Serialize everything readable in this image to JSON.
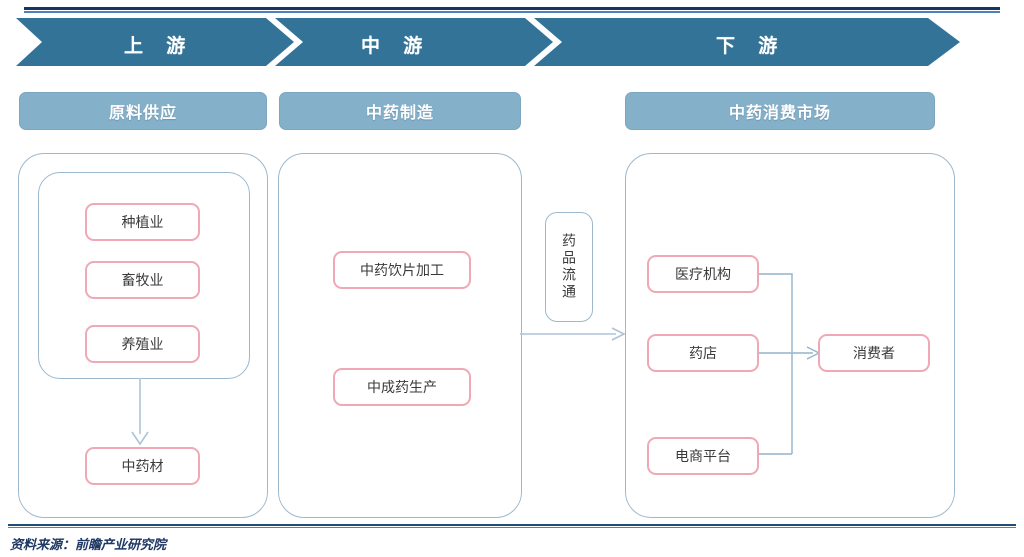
{
  "colors": {
    "banner_blue": "#337398",
    "header_blue": "#85b0c9",
    "panel_border": "#9db8cc",
    "node_pink": "#efa9b4",
    "connector_blue": "#92b4cc",
    "rule_dark": "#17365d",
    "rule_light": "#4f81bd",
    "source_text": "#1f3864"
  },
  "banner": {
    "segments": [
      {
        "label": "上 游"
      },
      {
        "label": "中 游"
      },
      {
        "label": "下 游"
      }
    ]
  },
  "stage_headers": [
    {
      "label": "原料供应"
    },
    {
      "label": "中药制造"
    },
    {
      "label": "中药消费市场"
    }
  ],
  "upstream": {
    "inner_nodes": [
      {
        "label": "种植业"
      },
      {
        "label": "畜牧业"
      },
      {
        "label": "养殖业"
      }
    ],
    "output_node": {
      "label": "中药材"
    }
  },
  "midstream": {
    "nodes": [
      {
        "label": "中药饮片加工"
      },
      {
        "label": "中成药生产"
      }
    ]
  },
  "distribution": {
    "node": {
      "label": "药品流通"
    }
  },
  "downstream": {
    "channels": [
      {
        "label": "医疗机构"
      },
      {
        "label": "药店"
      },
      {
        "label": "电商平台"
      }
    ],
    "target": {
      "label": "消费者"
    }
  },
  "footer": {
    "source": "资料来源：前瞻产业研究院"
  }
}
